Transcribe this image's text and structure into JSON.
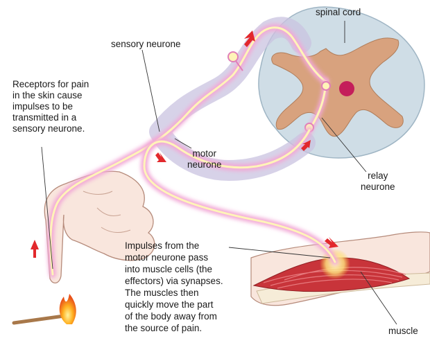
{
  "labels": {
    "spinal_cord": "spinal cord",
    "sensory_neurone": "sensory neurone",
    "receptors": "Receptors for pain\nin the skin cause\nimpulses to be\ntransmitted in a\nsensory neurone.",
    "motor_neurone": "motor\nneurone",
    "relay_neurone": "relay\nneurone",
    "impulses": "Impulses from the\nmotor neurone pass\ninto muscle cells (the\neffectors) via synapses.\nThe muscles then\nquickly move the part\nof the body away from\nthe source of pain.",
    "muscle": "muscle"
  },
  "colors": {
    "grey_matter": "#d8a27e",
    "white_matter": "#cfdde6",
    "skin": "#f9e6dd",
    "skin_outline": "#b58a7a",
    "nerve_glow": "#f2a9d6",
    "nerve_core": "#fff4b8",
    "arrow": "#e2282c",
    "muscle": "#c8343a",
    "central_canal": "#c41e5a"
  }
}
